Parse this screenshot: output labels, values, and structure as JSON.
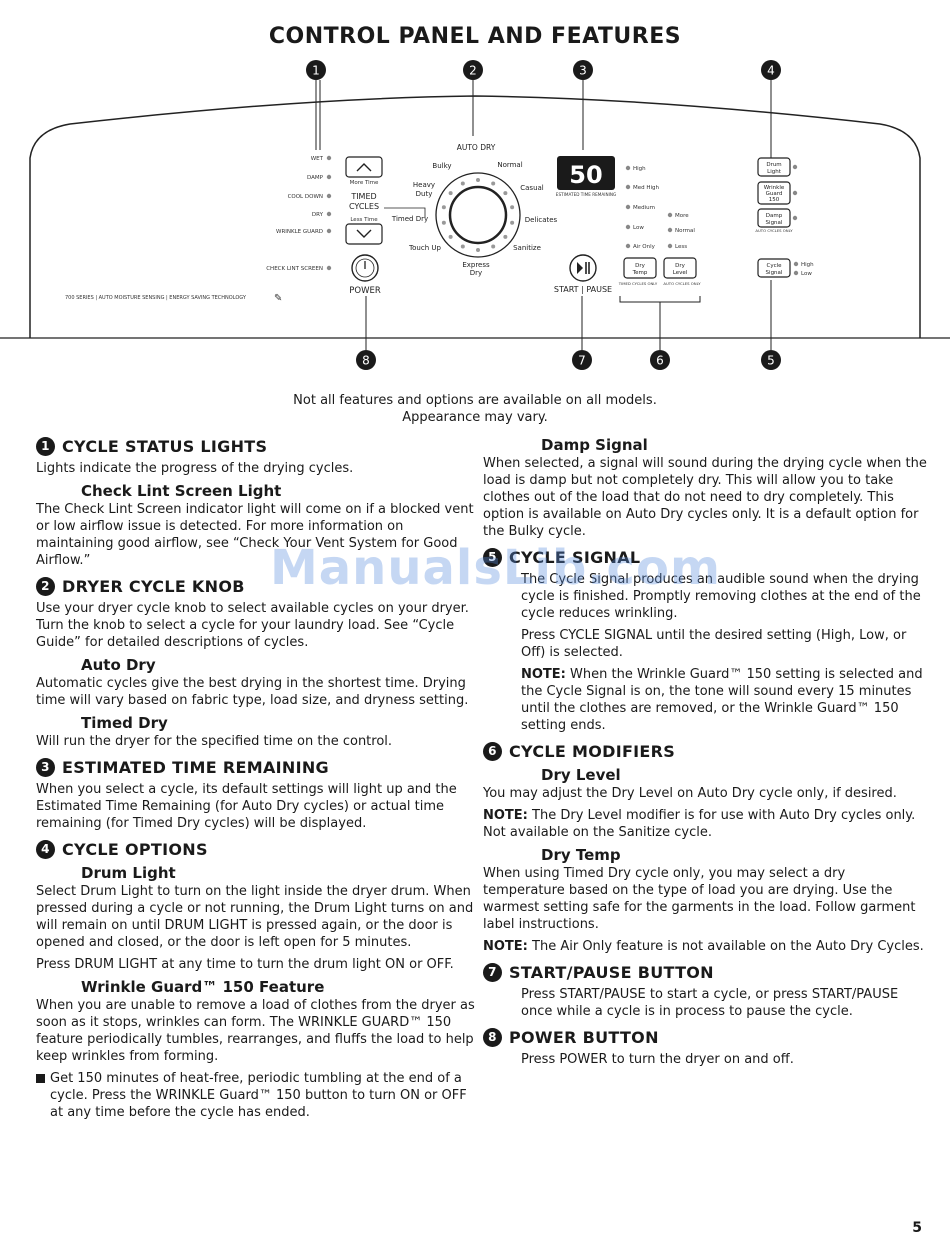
{
  "page_title": "CONTROL PANEL AND FEATURES",
  "diagram": {
    "callouts": [
      "1",
      "2",
      "3",
      "4",
      "5",
      "6",
      "7",
      "8"
    ],
    "status_lights": [
      "WET",
      "DAMP",
      "COOL DOWN",
      "DRY",
      "WRINKLE GUARD"
    ],
    "check_lint_label": "CHECK LINT SCREEN",
    "more_time": "More Time",
    "less_time": "Less Time",
    "timed_cycles": "TIMED CYCLES",
    "power_label": "POWER",
    "brand_line": "700 SERIES  |  AUTO MOISTURE SENSING  |  ENERGY SAVING TECHNOLOGY",
    "auto_dry": "AUTO DRY",
    "knob_labels": {
      "bulky": "Bulky",
      "normal": "Normal",
      "heavy_duty": "Heavy Duty",
      "casual": "Casual",
      "timed_dry": "Timed Dry",
      "delicates": "Delicates",
      "touch_up": "Touch Up",
      "sanitize": "Sanitize",
      "express_dry": "Express Dry"
    },
    "display_digits": "50",
    "display_caption": "ESTIMATED TIME REMAINING",
    "temp_levels": [
      "High",
      "Med High",
      "Medium",
      "Low",
      "Air Only"
    ],
    "dry_levels": [
      "More",
      "Normal",
      "Less"
    ],
    "start_pause": "START | PAUSE",
    "dry_temp": "Dry Temp",
    "dry_level": "Dry Level",
    "timed_cycles_only": "TIMED CYCLES ONLY",
    "auto_cycles_only": "AUTO CYCLES ONLY",
    "drum_light": "Drum Light",
    "wrinkle_guard": "Wrinkle Guard 150",
    "damp_signal": "Damp Signal",
    "auto_cycles_only_2": "AUTO CYCLES ONLY",
    "cycle_signal": "Cycle Signal",
    "signal_high": "High",
    "signal_low": "Low"
  },
  "caption_line1": "Not all features and options are available on all models.",
  "caption_line2": "Appearance may vary.",
  "watermark": "ManualsLib.com",
  "left": {
    "s1_num": "1",
    "s1_title": "CYCLE STATUS LIGHTS",
    "s1_text": "Lights indicate the progress of the drying cycles.",
    "s1a_title": "Check Lint Screen Light",
    "s1a_text": "The Check Lint Screen indicator light will come on if a blocked vent or low airflow issue is detected. For more information on maintaining good airflow, see “Check Your Vent System for Good Airflow.”",
    "s2_num": "2",
    "s2_title": "DRYER CYCLE KNOB",
    "s2_text": "Use your dryer cycle knob to select available cycles on your dryer. Turn the knob to select a cycle for your laundry load. See “Cycle Guide” for detailed descriptions of cycles.",
    "s2a_title": "Auto Dry",
    "s2a_text": "Automatic cycles give the best drying in the shortest time. Drying time will vary based on fabric type, load size, and dryness setting.",
    "s2b_title": "Timed Dry",
    "s2b_text": "Will run the dryer for the specified time on the control.",
    "s3_num": "3",
    "s3_title": "ESTIMATED TIME REMAINING",
    "s3_text": "When you select a cycle, its default settings will light up and the Estimated Time Remaining (for Auto Dry cycles) or actual time remaining (for Timed Dry cycles) will be displayed.",
    "s4_num": "4",
    "s4_title": "CYCLE OPTIONS",
    "s4a_title": "Drum Light",
    "s4a_text1": "Select Drum Light to turn on the light inside the dryer drum. When pressed during a cycle or not running, the Drum Light turns on and will remain on until DRUM LIGHT is pressed again, or the door is opened and closed, or the door is left open for 5 minutes.",
    "s4a_text2": "Press DRUM LIGHT at any time to turn the drum light ON or OFF.",
    "s4b_title": "Wrinkle Guard™ 150 Feature",
    "s4b_text": "When you are unable to remove a load of clothes from the dryer as soon as it stops, wrinkles can form. The WRINKLE GUARD™ 150 feature periodically tumbles, rearranges, and fluffs the load to help keep wrinkles from forming.",
    "s4b_bullet": "Get 150 minutes of heat-free, periodic tumbling at the end of a cycle. Press the WRINKLE Guard™ 150 button to turn ON or OFF at any time before the cycle has ended."
  },
  "right": {
    "d_title": "Damp Signal",
    "d_text": "When selected, a signal will sound during the drying cycle when the load is damp but not completely dry. This will allow you to take clothes out of the load that do not need to dry completely. This option is available on Auto Dry cycles only. It is a default option for the Bulky cycle.",
    "s5_num": "5",
    "s5_title": "CYCLE SIGNAL",
    "s5_text1": "The Cycle Signal produces an audible sound when the drying cycle is finished. Promptly removing clothes at the end of the cycle reduces wrinkling.",
    "s5_text2": "Press CYCLE SIGNAL until the desired setting (High, Low, or Off) is selected.",
    "s5_note_label": "NOTE:",
    "s5_note": "When the Wrinkle Guard™ 150 setting is selected and the Cycle Signal is on, the tone will sound every 15 minutes until the clothes are removed, or the Wrinkle Guard™ 150 setting ends.",
    "s6_num": "6",
    "s6_title": "CYCLE MODIFIERS",
    "s6a_title": "Dry Level",
    "s6a_text": "You may adjust the Dry Level on Auto Dry cycle only, if desired.",
    "s6a_note_label": "NOTE:",
    "s6a_note": "The Dry Level modifier is for use with Auto Dry cycles only. Not available on the Sanitize cycle.",
    "s6b_title": "Dry Temp",
    "s6b_text": "When using Timed Dry cycle only, you may select a dry temperature based on the type of load you are drying. Use the warmest setting safe for the garments in the load. Follow garment label instructions.",
    "s6b_note_label": "NOTE:",
    "s6b_note": "The Air Only feature is not available on the Auto Dry Cycles.",
    "s7_num": "7",
    "s7_title": "START/PAUSE BUTTON",
    "s7_text": "Press START/PAUSE to start a cycle, or press START/PAUSE once while a cycle is in process to pause the cycle.",
    "s8_num": "8",
    "s8_title": "POWER BUTTON",
    "s8_text": "Press POWER to turn the dryer on and off."
  },
  "page_number": "5"
}
